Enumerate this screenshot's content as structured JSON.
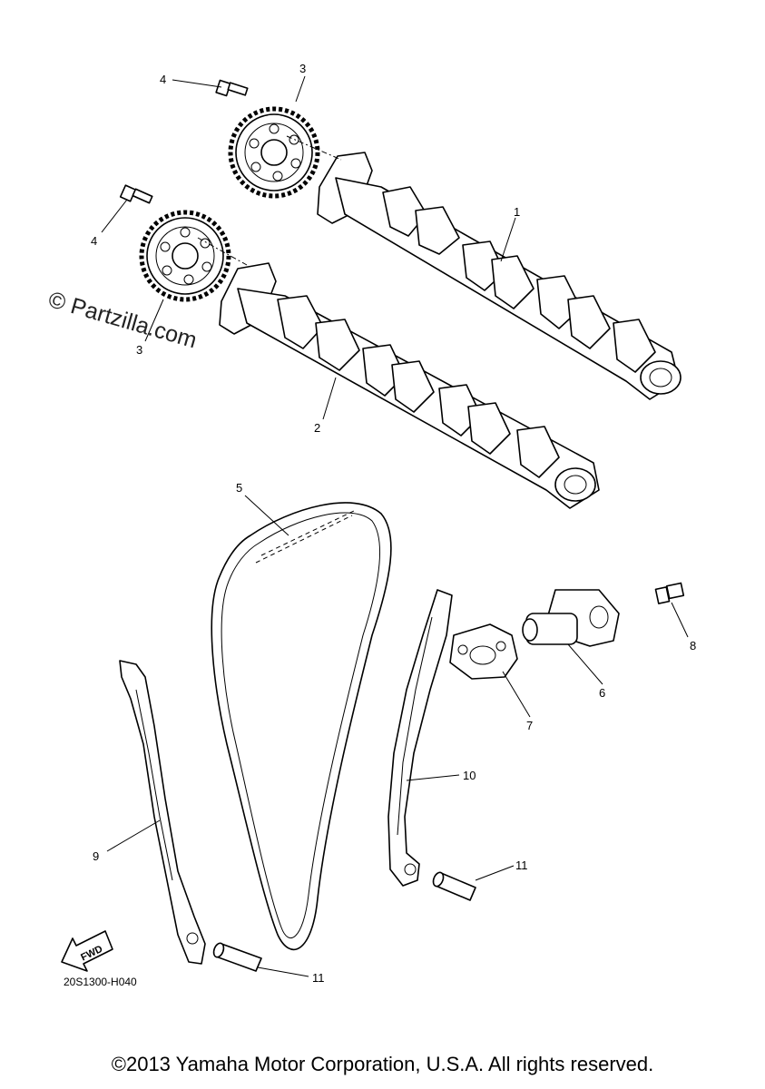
{
  "watermark": "© Partzilla.com",
  "document_number": "20S1300-H040",
  "fwd_label": "FWD",
  "copyright": "©2013 Yamaha Motor Corporation, U.S.A. All rights reserved.",
  "callouts": {
    "c1": "1",
    "c2": "2",
    "c3a": "3",
    "c3b": "3",
    "c4a": "4",
    "c4b": "4",
    "c5": "5",
    "c6": "6",
    "c7": "7",
    "c8": "8",
    "c9": "9",
    "c10": "10",
    "c11a": "11",
    "c11b": "11"
  }
}
